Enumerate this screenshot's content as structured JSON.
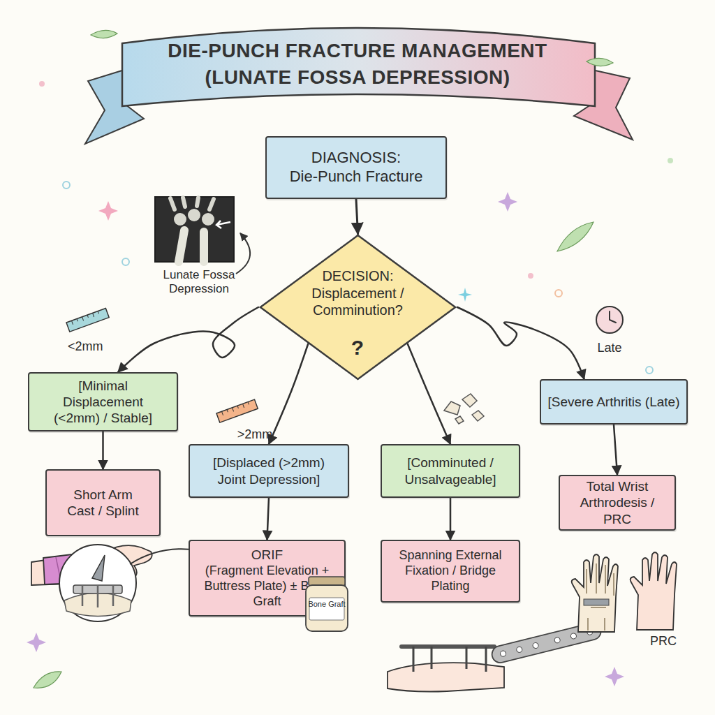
{
  "diagram": {
    "title": "DIE-PUNCH FRACTURE MANAGEMENT (LUNATE FOSSA DEPRESSION)",
    "nodes": [
      {
        "text": [
          "DIAGNOSIS:",
          "Die-Punch Fracture"
        ]
      },
      {
        "text": [
          "DECISION:",
          "Displacement / Comminution?"
        ]
      },
      {
        "text": [
          "[Minimal Displacement (<2mm) / Stable]"
        ]
      },
      {
        "text": [
          "Short Arm Cast / Splint"
        ]
      },
      {
        "text": [
          "[Displaced (>2mm) Joint Depression]"
        ]
      },
      {
        "text": [
          "ORIF",
          "(Fragment Elevation + Buttress Plate) ± Bone Graft"
        ]
      },
      {
        "text": [
          "[Comminuted / Unsalvageable]"
        ]
      },
      {
        "text": [
          "Spanning External Fixation / Bridge Plating"
        ]
      },
      {
        "text": [
          "[Severe Arthritis (Late)"
        ]
      },
      {
        "text": [
          "Total Wrist Arthrodesis / PRC"
        ]
      }
    ],
    "edges": [
      {
        "from": 0,
        "to": 1,
        "arrow": "to"
      },
      {
        "from": 1,
        "to": 2,
        "label": "<2mm",
        "arrow": "to"
      },
      {
        "from": 1,
        "to": 4,
        "label": ">2mm",
        "arrow": "to"
      },
      {
        "from": 1,
        "to": 6,
        "arrow": "to"
      },
      {
        "from": 1,
        "to": 8,
        "label": "Late",
        "arrow": "to"
      },
      {
        "from": 2,
        "to": 3,
        "arrow": "to"
      },
      {
        "from": 4,
        "to": 5,
        "arrow": "to"
      },
      {
        "from": 6,
        "to": 7,
        "arrow": "to"
      },
      {
        "from": 8,
        "to": 9,
        "arrow": "to"
      }
    ],
    "labels": [
      "Lunate Fossa Depression",
      "?",
      "Bone Graft",
      "PRC"
    ]
  }
}
